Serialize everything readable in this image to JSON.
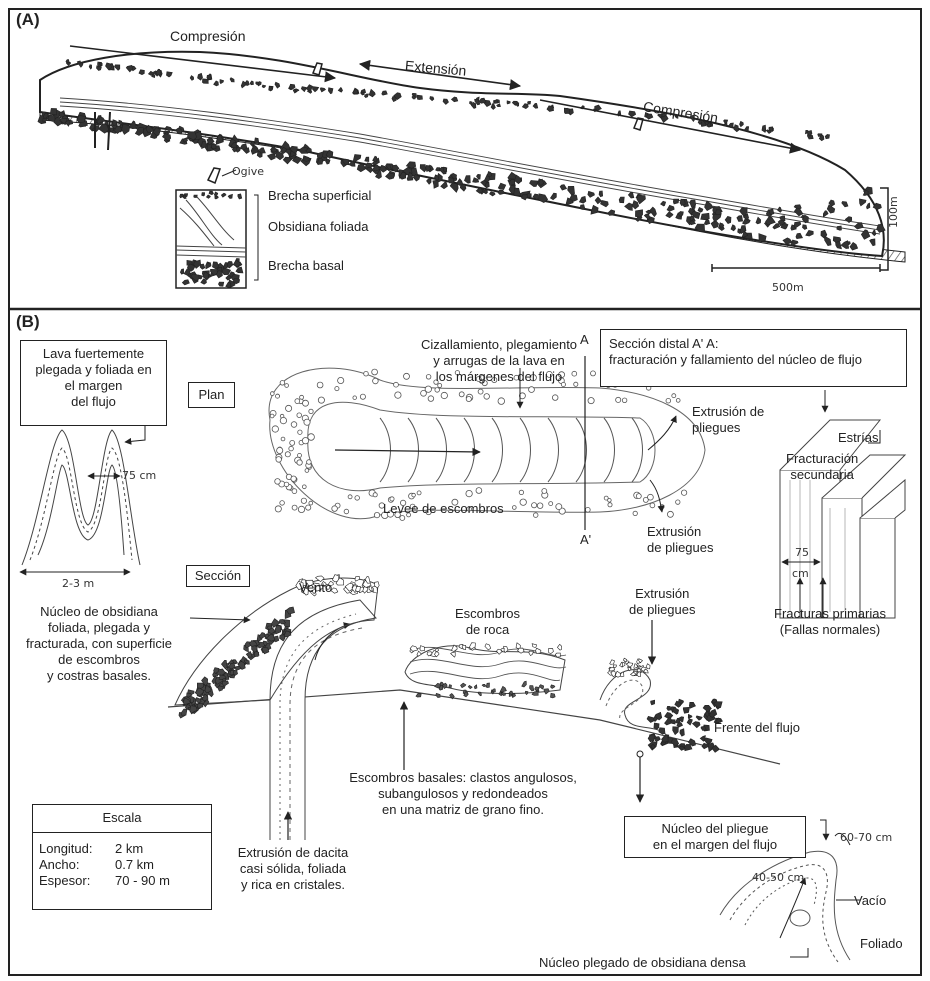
{
  "panel_a": {
    "letter": "(A)",
    "labels": {
      "compresion_left": "Compresión",
      "extension": "Extensión",
      "compresion_right": "Compresión",
      "ogive": "Ogive",
      "brecha_superficial": "Brecha superficial",
      "obsidiana_foliada": "Obsidiana foliada",
      "brecha_basal": "Brecha basal",
      "vertical_scale": "100m",
      "horizontal_scale": "500m"
    }
  },
  "panel_b": {
    "letter": "(B)",
    "box_lava": [
      "Lava fuertemente",
      "plegada y foliada en",
      "el margen",
      "del flujo"
    ],
    "plan_tag": "Plan",
    "seccion_tag": "Sección",
    "width_75": "75 cm",
    "width_2_3": "2-3 m",
    "cizallamiento": [
      "Cizallamiento, plegamiento",
      "y arrugas de la lava en",
      "los márgenes del flujo"
    ],
    "point_a": "A",
    "point_a_prime": "A'",
    "box_seccion_distal": [
      "Sección distal A' A:",
      "fracturación y fallamiento del núcleo de flujo"
    ],
    "extrusion_pliegues_top": [
      "Extrusión de",
      "pliegues"
    ],
    "extrusion_pliegues_bottom": [
      "Extrusión",
      "de pliegues"
    ],
    "levee": "Levee de escombros",
    "estrias": "Estrías",
    "fracturacion_secundaria": [
      "Fracturación",
      "secundaria"
    ],
    "block_75": "75",
    "block_cm": "cm",
    "fracturas_primarias": [
      "Fracturas primarias",
      "(Fallas normales)"
    ],
    "nucleo_obsidiana": [
      "Núcleo de obsidiana",
      "foliada, plegada y",
      "fracturada, con superficie",
      "de escombros",
      "y costras basales."
    ],
    "vento": "Vento",
    "escombros_roca": [
      "Escombros",
      "de roca"
    ],
    "extrusion_pliegues_section": [
      "Extrusión",
      "de pliegues"
    ],
    "frente_flujo": "Frente del flujo",
    "escombros_basales": [
      "Escombros basales: clastos angulosos,",
      "subangulosos y redondeados",
      "en una matriz de grano fino."
    ],
    "extrusion_dacita": [
      "Extrusión de dacita",
      "casi sólida, foliada",
      "y rica en cristales."
    ],
    "scale_box": {
      "title": "Escala",
      "rows": [
        {
          "label": "Longitud:",
          "value": "2 km"
        },
        {
          "label": "Ancho:",
          "value": "0.7 km"
        },
        {
          "label": "Espesor:",
          "value": "70 - 90 m"
        }
      ]
    },
    "box_nucleo_pliegue": [
      "Núcleo del pliegue",
      "en el margen del flujo"
    ],
    "dim_60_70": "60-70 cm",
    "dim_40_50": "40-50 cm",
    "vacio": "Vacío",
    "foliado": "Foliado",
    "nucleo_plegado": "Núcleo plegado de obsidiana densa"
  },
  "colors": {
    "ink": "#222222",
    "rubble": "#333333",
    "background": "#ffffff"
  }
}
